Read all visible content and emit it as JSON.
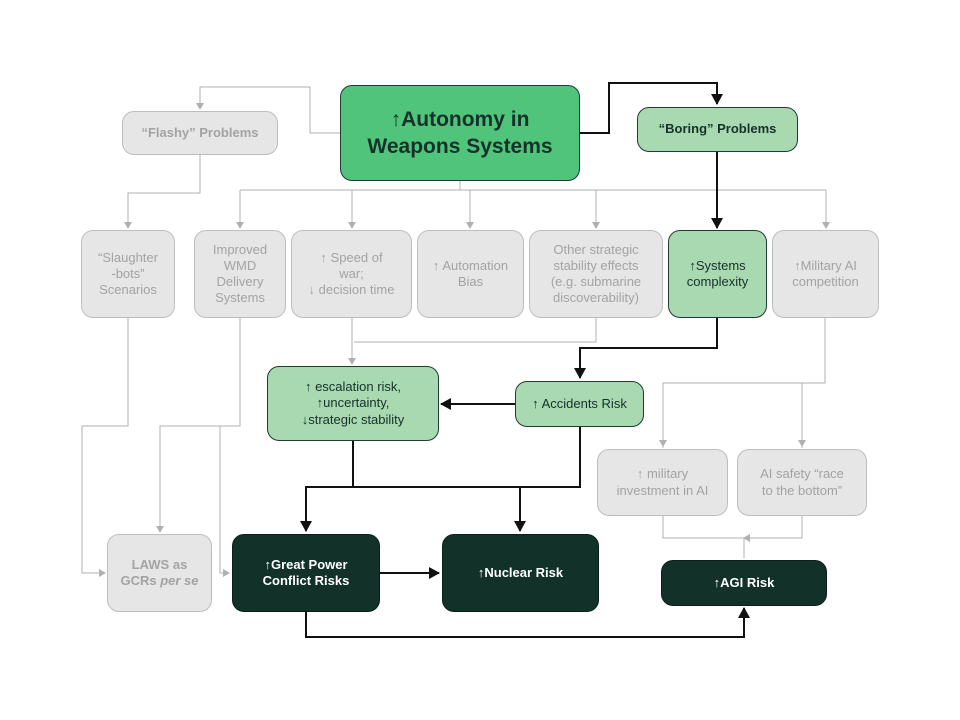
{
  "nodes": {
    "autonomy": "↑Autonomy in\nWeapons Systems",
    "flashy": "“Flashy” Problems",
    "boring": "“Boring” Problems",
    "slaughterbots": "“Slaughter\n-bots”\nScenarios",
    "wmd": "Improved\nWMD\nDelivery\nSystems",
    "speed": "↑ Speed of\nwar;\n↓ decision time",
    "automation_bias": "↑ Automation\nBias",
    "other_strategic": "Other strategic\nstability effects\n(e.g. submarine\ndiscoverability)",
    "systems_complexity": "↑Systems\ncomplexity",
    "military_ai_competition": "↑Military AI\ncompetition",
    "escalation": "↑ escalation risk,\n↑uncertainty,\n↓strategic stability",
    "accidents": "↑ Accidents Risk",
    "military_investment": "↑ military\ninvestment in AI",
    "ai_safety_race": "AI safety “race\nto the bottom”",
    "laws_prefix": "LAWS as\nGCRs ",
    "laws_emphasis": "per se",
    "great_power": "↑Great Power\nConflict Risks",
    "nuclear": "↑Nuclear Risk",
    "agi": "↑AGI Risk"
  },
  "colors": {
    "gray_fill": "#e6e6e6",
    "gray_line": "#bdbdbd",
    "light_green_fill": "#a9d9b1",
    "main_green_fill": "#4fc47a",
    "dark_fill": "#123129",
    "dark_line": "#111111"
  }
}
